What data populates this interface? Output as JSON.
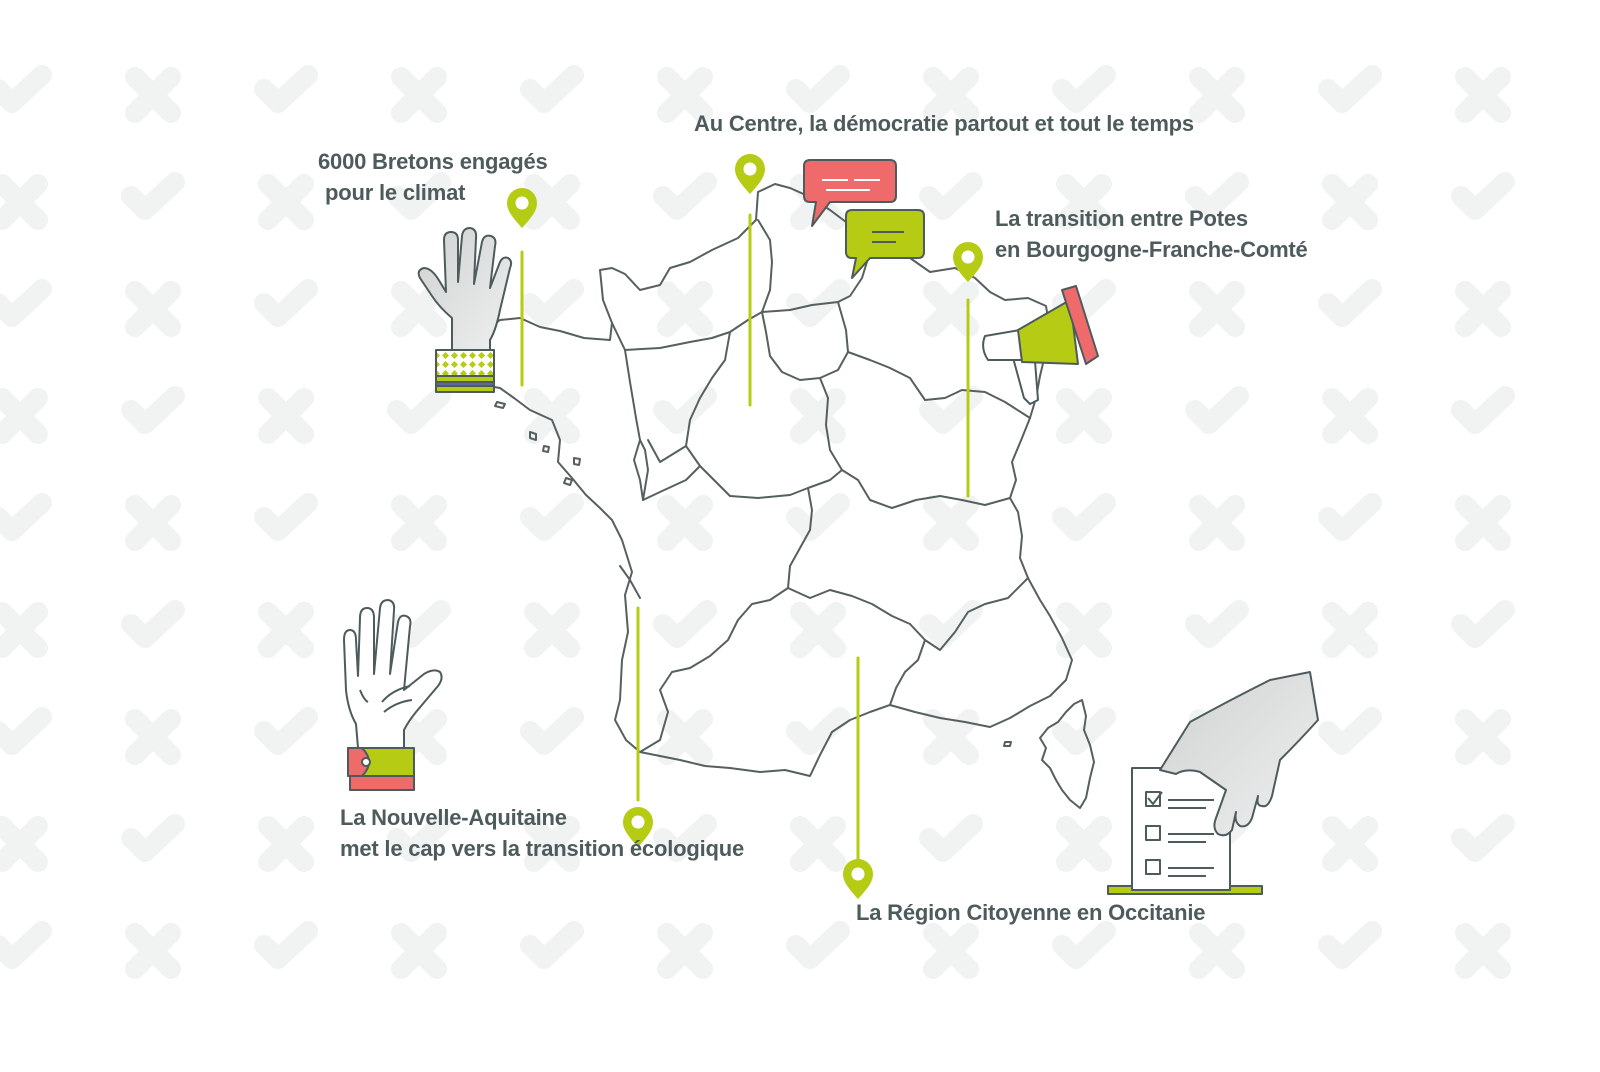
{
  "map": {
    "country": "France",
    "colors": {
      "accent": "#b6cc14",
      "coral": "#ef6b6b",
      "text": "#4e5b5d",
      "outline": "#4e5b5d",
      "watermark": "#f1f2f2"
    },
    "callouts": [
      {
        "id": "bretagne",
        "lines": [
          "6000 Bretons engagés",
          "pour le climat"
        ],
        "icon": "raised-hand-icon"
      },
      {
        "id": "centre",
        "lines": [
          "Au Centre, la démocratie partout et tout le temps"
        ],
        "icon": "speech-bubbles-icon"
      },
      {
        "id": "bfc",
        "lines": [
          "La transition entre Potes",
          "en Bourgogne-Franche-Comté"
        ],
        "icon": "megaphone-icon"
      },
      {
        "id": "nouvelle-aquitaine",
        "lines": [
          "La Nouvelle-Aquitaine",
          "met le cap vers la transition écologique"
        ],
        "icon": "open-hand-icon"
      },
      {
        "id": "occitanie",
        "lines": [
          "La Région Citoyenne en Occitanie"
        ],
        "icon": "ballot-box-icon"
      }
    ]
  }
}
